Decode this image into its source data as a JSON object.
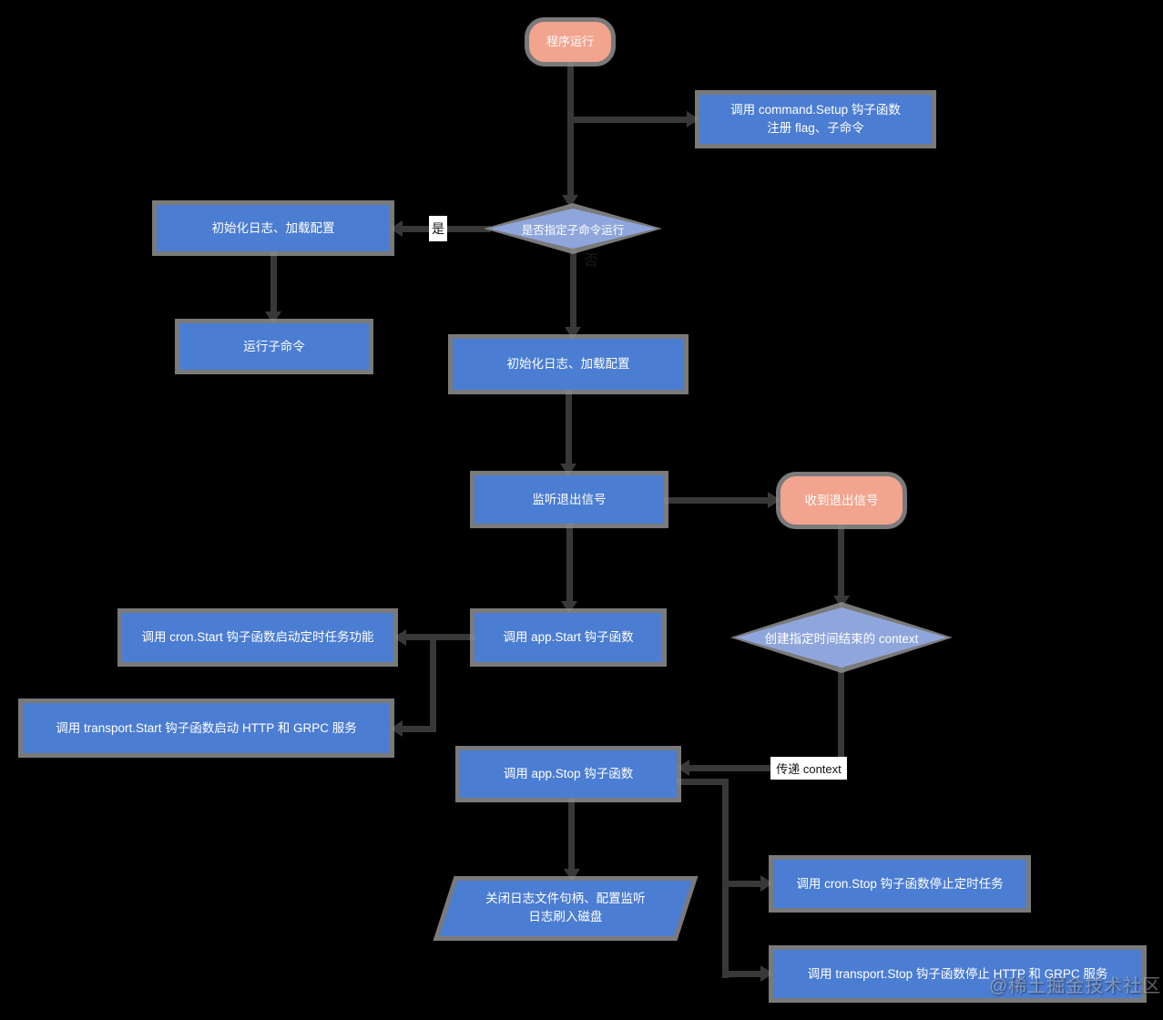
{
  "colors": {
    "process": "#4b7dd2",
    "terminal": "#f2a48e",
    "decision": "#8fa6dc",
    "shadow": "#8f8f8f",
    "arrow": "#383838",
    "text": "#ffffff",
    "bg": "#000000"
  },
  "nodes": {
    "start": {
      "label": "程序运行"
    },
    "setup": {
      "line1": "调用 command.Setup 钩子函数",
      "line2": "注册 flag、子命令"
    },
    "decision_subcommand": {
      "label": "是否指定子命令运行"
    },
    "init_log_left": {
      "label": "初始化日志、加载配置"
    },
    "run_subcommand": {
      "label": "运行子命令"
    },
    "init_log_center": {
      "label": "初始化日志、加载配置"
    },
    "listen_exit": {
      "label": "监听退出信号"
    },
    "receive_exit": {
      "label": "收到退出信号"
    },
    "cron_start": {
      "label": "调用 cron.Start 钩子函数启动定时任务功能"
    },
    "app_start": {
      "label": "调用 app.Start 钩子函数"
    },
    "decision_context": {
      "label": "创建指定时间结束的 context"
    },
    "transport_start": {
      "label": "调用 transport.Start 钩子函数启动 HTTP 和 GRPC 服务"
    },
    "app_stop": {
      "label": "调用 app.Stop 钩子函数"
    },
    "close_log": {
      "line1": "关闭日志文件句柄、配置监听",
      "line2": "日志刷入磁盘"
    },
    "cron_stop": {
      "label": "调用 cron.Stop 钩子函数停止定时任务"
    },
    "transport_stop": {
      "label": "调用 transport.Stop 钩子函数停止 HTTP 和 GRPC 服务"
    }
  },
  "edge_labels": {
    "yes": "是",
    "no": "否",
    "pass_context": "传递 context"
  },
  "watermark": "@稀土掘金技术社区"
}
